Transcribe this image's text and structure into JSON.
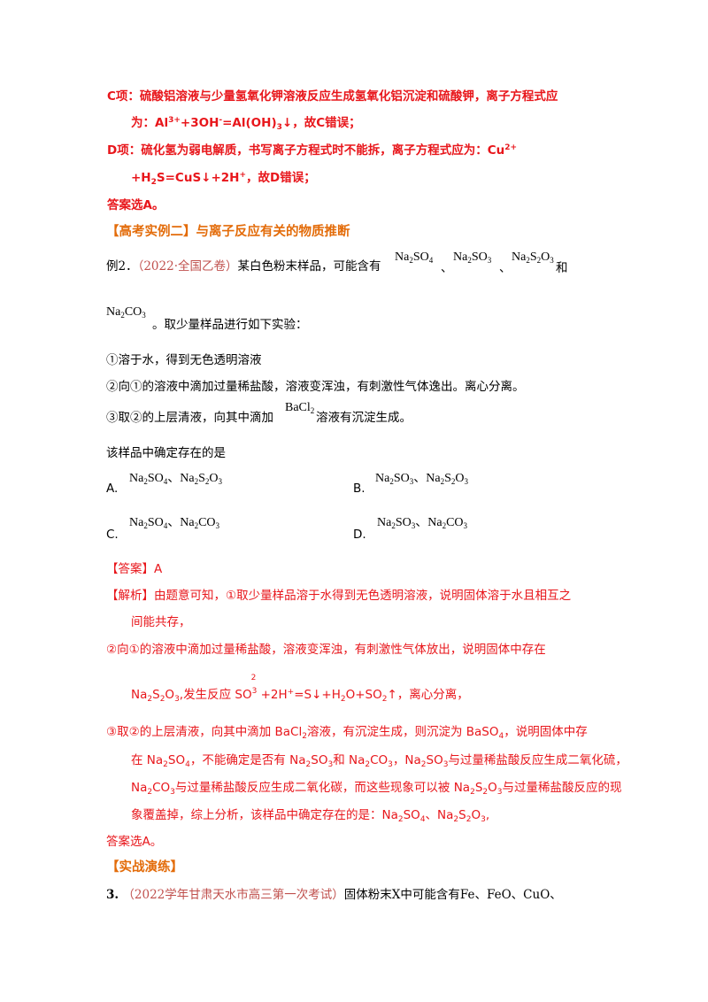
{
  "analysis_top": {
    "c_head": "C项：硫酸铝溶液与少量氢氧化钾溶液反应生成氢氧化铝沉淀和硫酸钾，离子方程式应",
    "c_eq_pre": "为：Al",
    "c_eq_sup1": "3+",
    "c_eq_mid": "+3OH",
    "c_eq_sup2": "-",
    "c_eq_post": "=Al(OH)",
    "c_eq_sub": "3",
    "c_eq_end": "↓，故C错误；",
    "d_head": "D项：硫化氢为弱电解质，书写离子方程式时不能拆，离子方程式应为：Cu",
    "d_sup": "2+",
    "d_eq_pre": "+H",
    "d_eq_sub": "2",
    "d_eq_mid": "S=CuS↓+2H",
    "d_eq_sup": "+",
    "d_eq_end": "，故D错误；",
    "answer": "答案选A。"
  },
  "section_title": "【高考实例二】与离子反应有关的物质推断",
  "example": {
    "label": "例2．",
    "source": "（2022·全国乙卷）",
    "stem_a": "某白色粉末样品，可能含有",
    "sep1": "、",
    "sep2": "、",
    "he": "和",
    "stem_b": "。取少量样品进行如下实验：",
    "step1": "①溶于水，得到无色透明溶液",
    "step2": "②向①的溶液中滴加过量稀盐酸，溶液变浑浊，有刺激性气体逸出。离心分离。",
    "step3_pre": "③取②的上层清液，向其中滴加",
    "step3_post": "溶液有沉淀生成。",
    "question": "该样品中确定存在的是",
    "options": [
      "A.",
      "B.",
      "C.",
      "D."
    ],
    "comma": "、"
  },
  "answer_block": {
    "answer_line": "【答案】A",
    "analysis_label": "【解析】",
    "p1a": "由题意可知，①取少量样品溶于水得到无色透明溶液，说明固体溶于水且相互之",
    "p1b": "间能共存，",
    "p2": "②向①的溶液中滴加过量稀盐酸，溶液变浑浊，有刺激性气体放出，说明固体中存在",
    "p3_pre": "Na",
    "p3_mid": ",发生反应 S",
    "p3_sup": "2",
    "p3_o": "O",
    "p3_sup3": "3",
    "p3_eq": " +2H",
    "p3_plus": "+",
    "p3_post": "=S↓+H",
    "p3_post2": "O+SO",
    "p3_end": "↑，离心分离，",
    "p4a": "③取②的上层清液，向其中滴加 BaCl",
    "p4a2": "溶液，有沉淀生成，则沉淀为 BaSO",
    "p4a3": "，说明固体中存",
    "p4b_pre": "在 Na",
    "p4b_mid1": "，不能确定是否有 Na",
    "p4b_mid2": "和 Na",
    "p4b_mid3": "，Na",
    "p4b_end": "与过量稀盐酸反应生成二氧化硫，",
    "p4c_pre": "Na",
    "p4c_mid": "与过量稀盐酸反应生成二氧化碳，而这些现象可以被 Na",
    "p4c_end": "与过量稀盐酸反应的现",
    "p4d_pre": "象覆盖掉，综上分析，该样品中确定存在的是：Na",
    "p4d_mid": "、Na",
    "p4d_end": ",",
    "final": "答案选A。"
  },
  "practice_title": "【实战演练】",
  "practice": {
    "number": "3.",
    "source": "（2022学年甘肃天水市高三第一次考试）",
    "text": "固体粉末X中可能含有Fe、FeO、CuO、"
  }
}
